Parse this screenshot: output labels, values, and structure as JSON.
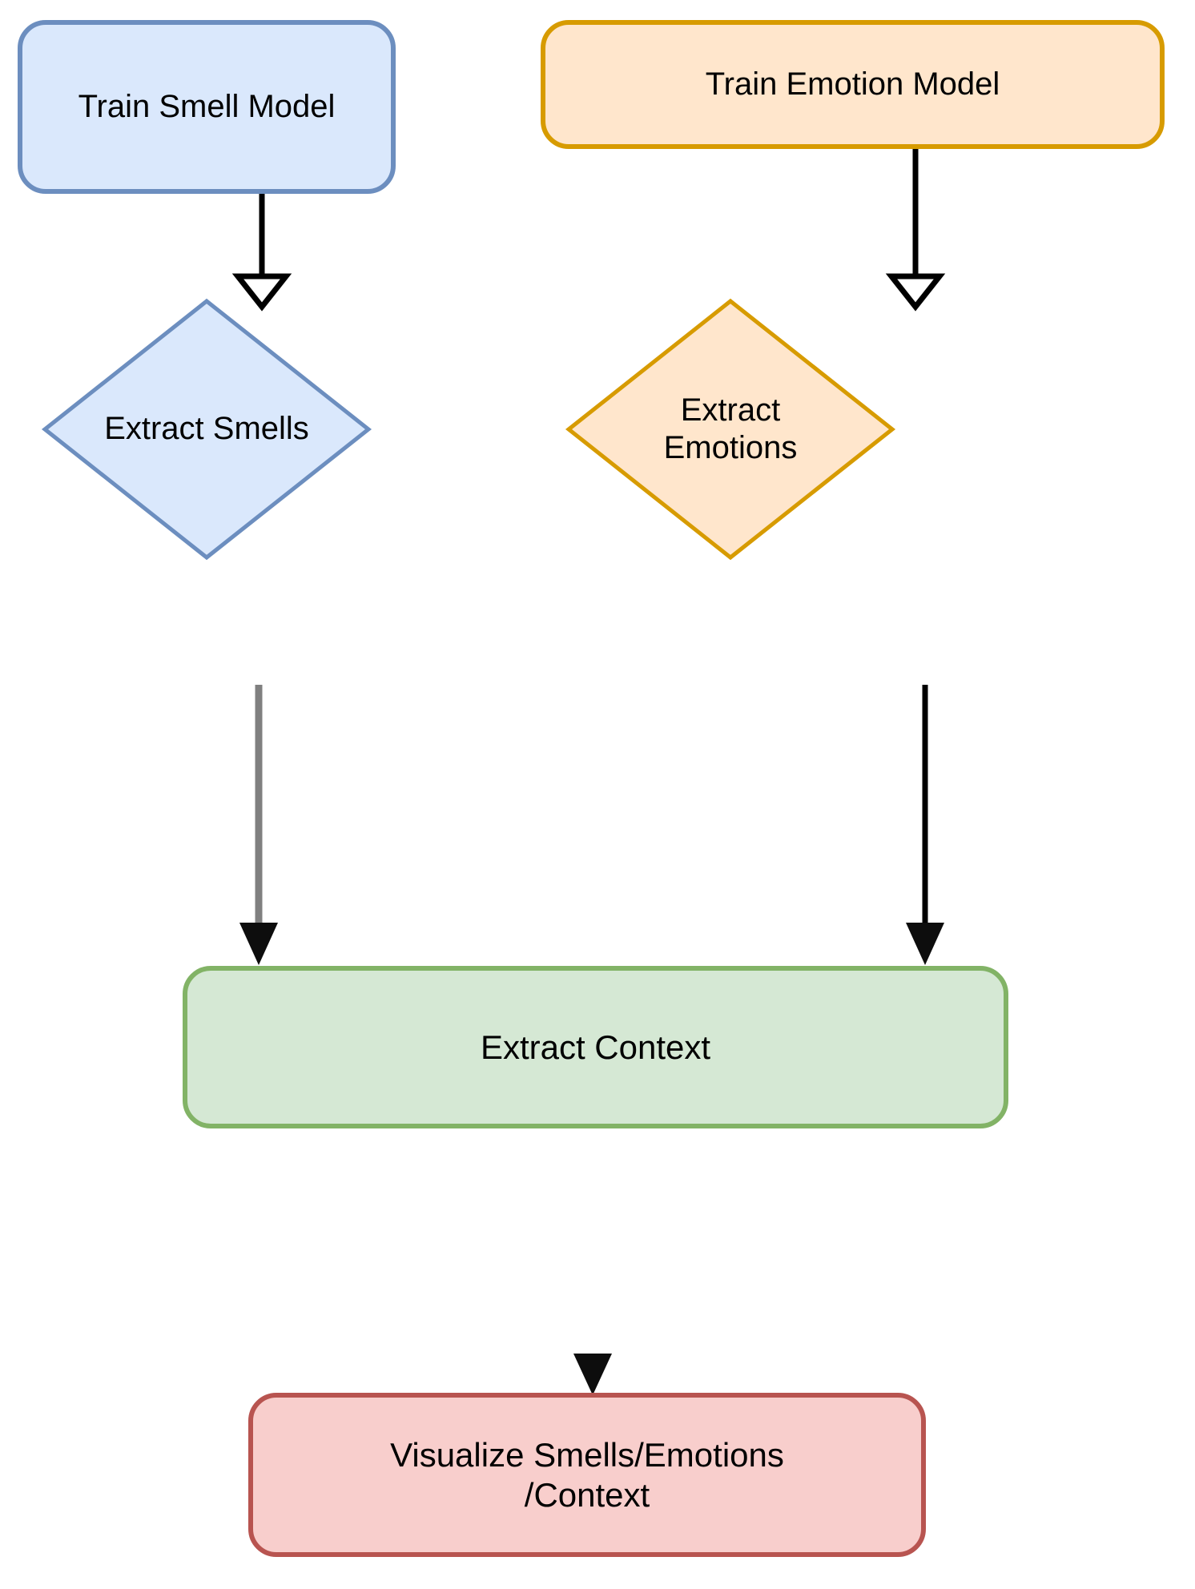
{
  "diagram": {
    "type": "flowchart",
    "title": "Smell and Emotion Extraction Pipeline",
    "background": "#ffffff",
    "nodes": [
      {
        "id": "train-smell-model",
        "label": "Train Smell Model",
        "shape": "rounded-rect",
        "fill": "#dae8fc",
        "stroke": "#6c8ebf"
      },
      {
        "id": "train-emotion-model",
        "label": "Train Emotion Model",
        "shape": "rounded-rect",
        "fill": "#ffe6cc",
        "stroke": "#d79b00"
      },
      {
        "id": "extract-smells",
        "label": "Extract Smells",
        "shape": "diamond",
        "fill": "#dae8fc",
        "stroke": "#6c8ebf"
      },
      {
        "id": "extract-emotions",
        "label": "Extract\nEmotions",
        "shape": "diamond",
        "fill": "#ffe6cc",
        "stroke": "#d79b00"
      },
      {
        "id": "extract-context",
        "label": "Extract Context",
        "shape": "rounded-rect",
        "fill": "#d5e8d4",
        "stroke": "#82b366"
      },
      {
        "id": "visualize",
        "label": "Visualize Smells/Emotions\n/Context",
        "shape": "rounded-rect",
        "fill": "#f8cecc",
        "stroke": "#b85450"
      }
    ],
    "edges": [
      {
        "id": "edge-smell-model-to-extract-smells",
        "from": "train-smell-model",
        "to": "extract-smells",
        "arrowhead": "open-triangle",
        "color": "#000000"
      },
      {
        "id": "edge-emotion-model-to-extract-emotions",
        "from": "train-emotion-model",
        "to": "extract-emotions",
        "arrowhead": "open-triangle",
        "color": "#000000"
      },
      {
        "id": "edge-extract-smells-to-context",
        "from": "extract-smells",
        "to": "extract-context",
        "arrowhead": "filled-triangle",
        "color": "#808080"
      },
      {
        "id": "edge-extract-emotions-to-context",
        "from": "extract-emotions",
        "to": "extract-context",
        "arrowhead": "filled-triangle",
        "color": "#000000"
      },
      {
        "id": "edge-context-to-visualize",
        "from": "extract-context",
        "to": "visualize",
        "arrowhead": "filled-triangle",
        "color": "#555555"
      }
    ]
  }
}
